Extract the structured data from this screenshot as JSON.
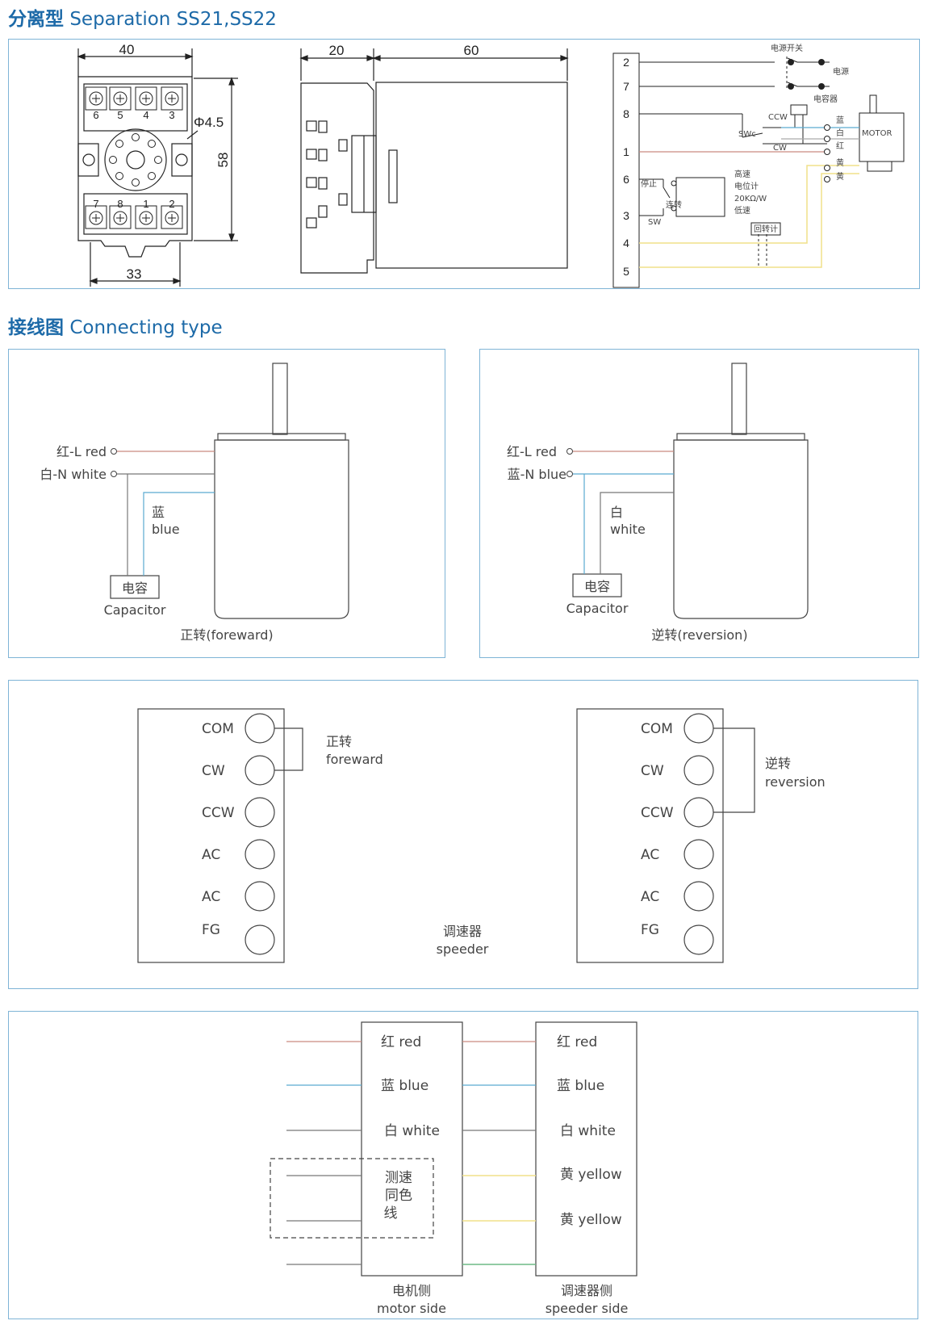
{
  "headings": {
    "separation_cn": "分离型",
    "separation_en": "Separation SS21,SS22",
    "connecting_cn": "接线图",
    "connecting_en": "Connecting type"
  },
  "dimensions": {
    "width_top": "40",
    "width_bottom": "33",
    "height": "58",
    "hole": "Φ4.5",
    "side_depth": "20",
    "body_depth": "60"
  },
  "socket_pins": {
    "top": [
      "6",
      "5",
      "4",
      "3"
    ],
    "bottom": [
      "7",
      "8",
      "1",
      "2"
    ]
  },
  "schematic": {
    "terminals": [
      "2",
      "7",
      "8",
      "1",
      "6",
      "3",
      "4",
      "5"
    ],
    "power_switch": "电源开关",
    "power": "电源",
    "capacitor": "电容器",
    "ccw": "CCW",
    "cw": "CW",
    "swc": "SWc",
    "sw": "SW",
    "motor": "MOTOR",
    "wire_blue": "蓝",
    "wire_white": "白",
    "wire_red": "红",
    "wire_yellow1": "黄",
    "wire_yellow2": "黄",
    "stop": "停止",
    "run": "连转",
    "high_speed": "高速",
    "potentiometer": "电位计",
    "pot_value": "20KΩ/W",
    "low_speed": "低速",
    "tachometer": "回转计"
  },
  "forward": {
    "red_label": "红-L red",
    "white_label": "白-N white",
    "blue_cn": "蓝",
    "blue_en": "blue",
    "cap_cn": "电容",
    "cap_en": "Capacitor",
    "caption": "正转(foreward)"
  },
  "reverse": {
    "red_label": "红-L red",
    "blue_label": "蓝-N blue",
    "white_cn": "白",
    "white_en": "white",
    "cap_cn": "电容",
    "cap_en": "Capacitor",
    "caption": "逆转(reversion)"
  },
  "speeder_terminals": [
    "COM",
    "CW",
    "CCW",
    "AC",
    "AC",
    "FG"
  ],
  "speeder_panel": {
    "forward_cn": "正转",
    "forward_en": "foreward",
    "reverse_cn": "逆转",
    "reverse_en": "reversion",
    "center_cn": "调速器",
    "center_en": "speeder"
  },
  "wiring": {
    "motor_rows": [
      "红 red",
      "蓝 blue",
      "白 white"
    ],
    "motor_note": [
      "测速",
      "同色",
      "线"
    ],
    "speeder_rows": [
      "红 red",
      "蓝 blue",
      "白 white",
      "黄 yellow",
      "黄 yellow"
    ],
    "motor_side_cn": "电机侧",
    "motor_side_en": "motor side",
    "speeder_side_cn": "调速器侧",
    "speeder_side_en": "speeder side"
  },
  "colors": {
    "red_wire": "#c98a80",
    "blue_wire": "#5aaad0",
    "white_wire": "#777777",
    "yellow_wire": "#f0e08a",
    "green_wire": "#6fba85",
    "accent": "#1d6aa8"
  }
}
